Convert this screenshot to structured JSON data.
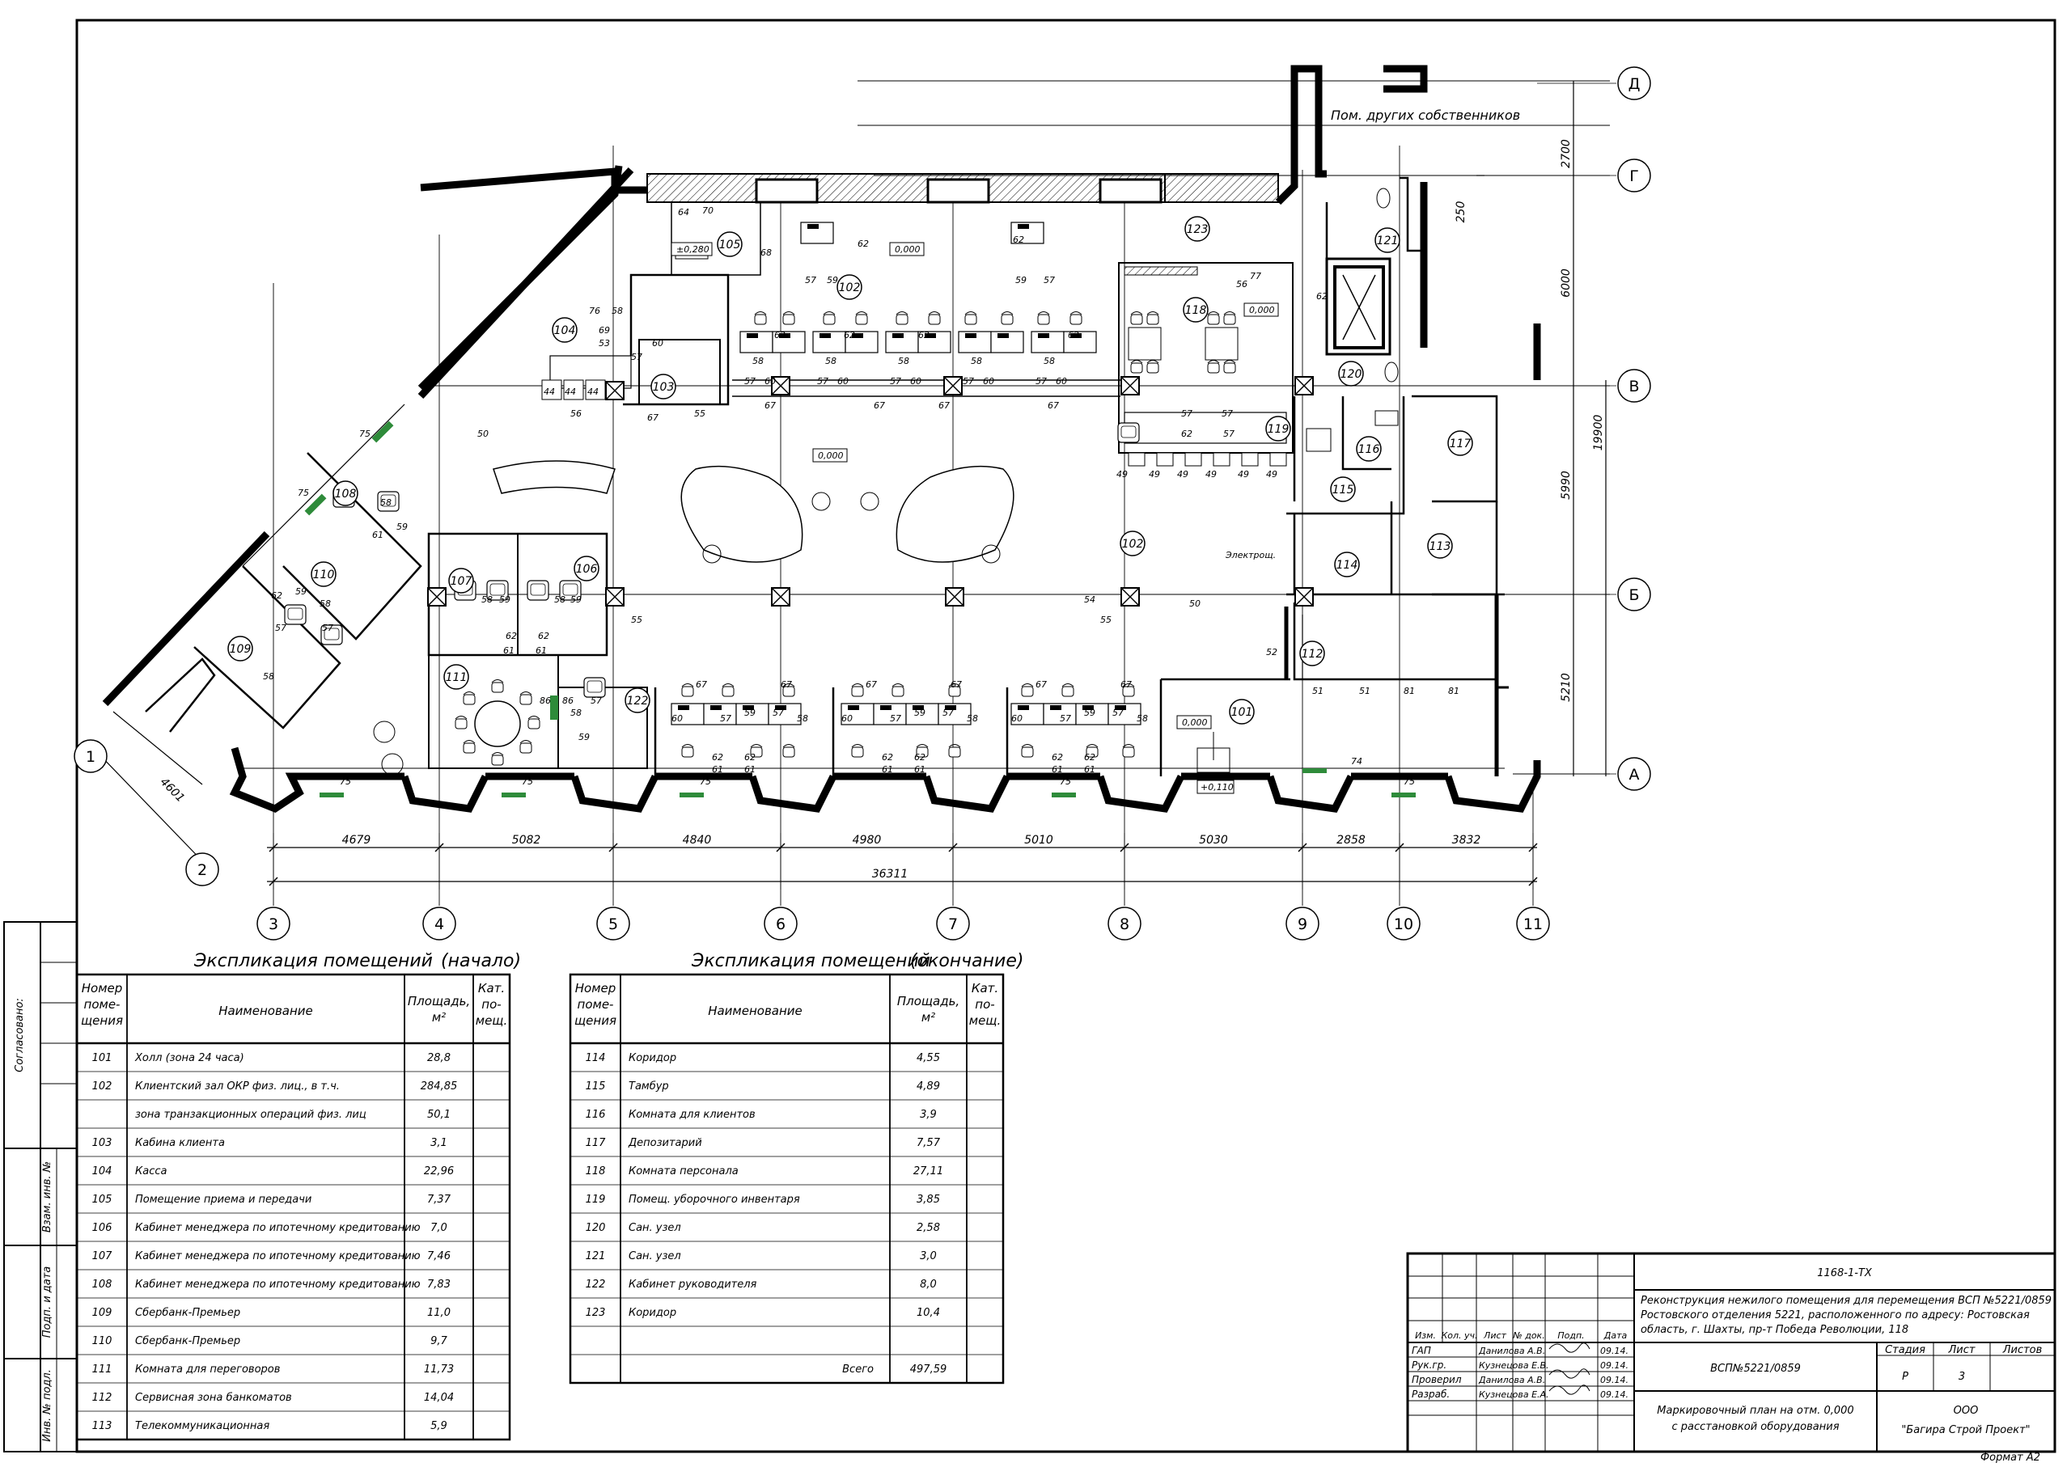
{
  "plan": {
    "axes_letters": [
      "Д",
      "Г",
      "В",
      "Б",
      "А"
    ],
    "axes_numbers": [
      "1",
      "2",
      "3",
      "4",
      "5",
      "6",
      "7",
      "8",
      "9",
      "10",
      "11"
    ],
    "bottom_dims": [
      "4679",
      "5082",
      "4840",
      "4980",
      "5010",
      "5030",
      "2858",
      "3832"
    ],
    "total_dim": "36311",
    "right_dims": [
      "2700",
      "250",
      "6000",
      "5990",
      "19900",
      "5210"
    ],
    "diag_dim": "4601",
    "other_owners": "Пом. других собственников",
    "electro": "Электрощ.",
    "levels": [
      "±0,280",
      "0,000",
      "0,000",
      "0,000",
      "0,000",
      "+0,110"
    ],
    "room_tags": [
      "101",
      "102",
      "102",
      "103",
      "104",
      "105",
      "106",
      "107",
      "108",
      "109",
      "110",
      "111",
      "112",
      "113",
      "114",
      "115",
      "116",
      "117",
      "118",
      "119",
      "120",
      "121",
      "122",
      "123"
    ]
  },
  "explication": {
    "title_start": "Экспликация помещений",
    "title_start_note": "(начало)",
    "title_end": "Экспликация помещений",
    "title_end_note": "(окончание)",
    "col_num": "Номер поме-щения",
    "col_name": "Наименование",
    "col_area": "Площадь, м²",
    "col_cat": "Кат. по-мещ.",
    "rows_start": [
      {
        "n": "101",
        "name": "Холл (зона 24 часа)",
        "area": "28,8"
      },
      {
        "n": "102",
        "name": "Клиентский зал ОКР физ. лиц., в т.ч.",
        "area": "284,85"
      },
      {
        "n": "",
        "name": "зона транзакционных операций физ. лиц",
        "area": "50,1"
      },
      {
        "n": "103",
        "name": "Кабина клиента",
        "area": "3,1"
      },
      {
        "n": "104",
        "name": "Касса",
        "area": "22,96"
      },
      {
        "n": "105",
        "name": "Помещение приема и передачи",
        "area": "7,37"
      },
      {
        "n": "106",
        "name": "Кабинет менеджера по ипотечному кредитованию",
        "area": "7,0"
      },
      {
        "n": "107",
        "name": "Кабинет менеджера по ипотечному кредитованию",
        "area": "7,46"
      },
      {
        "n": "108",
        "name": "Кабинет менеджера по ипотечному кредитованию",
        "area": "7,83"
      },
      {
        "n": "109",
        "name": "Сбербанк-Премьер",
        "area": "11,0"
      },
      {
        "n": "110",
        "name": "Сбербанк-Премьер",
        "area": "9,7"
      },
      {
        "n": "111",
        "name": "Комната для переговоров",
        "area": "11,73"
      },
      {
        "n": "112",
        "name": "Сервисная зона банкоматов",
        "area": "14,04"
      },
      {
        "n": "113",
        "name": "Телекоммуникационная",
        "area": "5,9"
      }
    ],
    "rows_end": [
      {
        "n": "114",
        "name": "Коридор",
        "area": "4,55"
      },
      {
        "n": "115",
        "name": "Тамбур",
        "area": "4,89"
      },
      {
        "n": "116",
        "name": "Комната для клиентов",
        "area": "3,9"
      },
      {
        "n": "117",
        "name": "Депозитарий",
        "area": "7,57"
      },
      {
        "n": "118",
        "name": "Комната персонала",
        "area": "27,11"
      },
      {
        "n": "119",
        "name": "Помещ. уборочного инвентаря",
        "area": "3,85"
      },
      {
        "n": "120",
        "name": "Сан. узел",
        "area": "2,58"
      },
      {
        "n": "121",
        "name": "Сан. узел",
        "area": "3,0"
      },
      {
        "n": "122",
        "name": "Кабинет руководителя",
        "area": "8,0"
      },
      {
        "n": "123",
        "name": "Коридор",
        "area": "10,4"
      }
    ],
    "total_label": "Всего",
    "total_value": "497,59"
  },
  "stamp_side": {
    "agreed": "Согласовано:",
    "inv_replace": "Взам. инв. №",
    "sign_date": "Подп. и дата",
    "inv_orig": "Инв. № подл."
  },
  "title_block": {
    "code": "1168-1-ТХ",
    "project": "Реконструкция нежилого помещения для перемещения ВСП №5221/0859 Ростовского отделения 5221, расположенного по адресу: Ростовская область, г. Шахты, пр-т Победа Революции, 118",
    "hdr": [
      "Изм.",
      "Кол. уч.",
      "Лист",
      "№ док.",
      "Подп.",
      "Дата"
    ],
    "people": [
      {
        "role": "ГАП",
        "name": "Данилова А.В.",
        "date": "09.14."
      },
      {
        "role": "Рук.гр.",
        "name": "Кузнецова Е.В.",
        "date": "09.14."
      },
      {
        "role": "Проверил",
        "name": "Данилова А.В.",
        "date": "09.14."
      },
      {
        "role": "Разраб.",
        "name": "Кузнецова Е.А.",
        "date": "09.14."
      }
    ],
    "object": "ВСП№5221/0859",
    "stage_lbl": "Стадия",
    "sheet_lbl": "Лист",
    "sheets_lbl": "Листов",
    "stage": "Р",
    "sheet": "3",
    "drawing": "Маркировочный план на отм. 0,000 с расстановкой оборудования",
    "company": "ООО \"Багира Строй Проект\"",
    "format": "Формат А2"
  }
}
